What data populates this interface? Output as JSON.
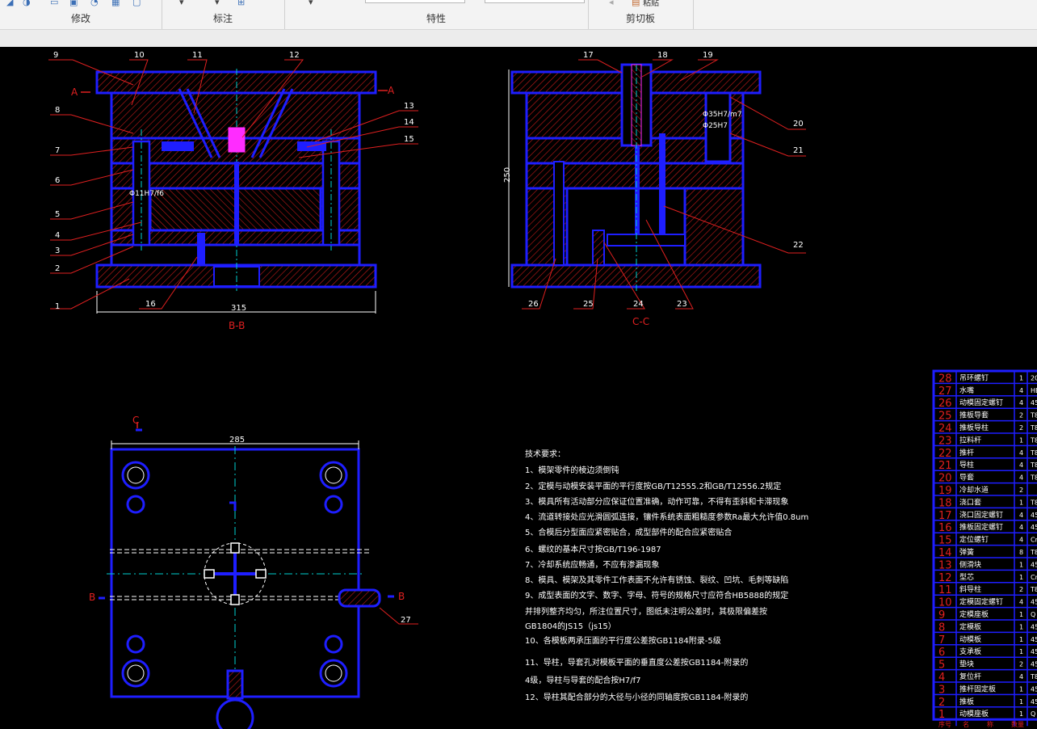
{
  "ribbon": {
    "groups": [
      {
        "label": "修改"
      },
      {
        "label": "标注"
      },
      {
        "label": "特性"
      },
      {
        "label": "剪切板"
      }
    ],
    "clip_item": "粘贴"
  },
  "drawing": {
    "section_bb": {
      "title": "B-B",
      "width_dim": "315",
      "cut_left": "A",
      "cut_right": "A",
      "fit_note": "Φ11H7/f6",
      "callouts": [
        "1",
        "2",
        "3",
        "4",
        "5",
        "6",
        "7",
        "8",
        "9",
        "10",
        "11",
        "12",
        "13",
        "14",
        "15",
        "16"
      ]
    },
    "section_cc": {
      "title": "C-C",
      "height_dim": "250",
      "fit1": "Φ35H7/m7",
      "fit2": "Φ25H7",
      "callouts": [
        "17",
        "18",
        "19",
        "20",
        "21",
        "22",
        "23",
        "24",
        "25",
        "26"
      ]
    },
    "plan_view": {
      "width_dim": "285",
      "cut_c": "C",
      "cut_b_left": "B",
      "cut_b_right": "B",
      "callout_27": "27"
    },
    "tech_requirements": {
      "title": "技术要求：",
      "items": [
        "1、模架零件的棱边须倒钝",
        "2、定模与动模安装平面的平行度按GB/T12555.2和GB/T12556.2规定",
        "3、模具所有活动部分应保证位置准确，动作可靠，不得有歪斜和卡滞现象",
        "4、流道转接处应光滑圆弧连接，镶件系统表面粗糙度参数Ra最大允许值0.8um",
        "5、合模后分型面应紧密贴合，成型部件的配合应紧密贴合",
        "6、螺纹的基本尺寸按GB/T196-1987",
        "7、冷却系统应畅通，不应有渗漏现象",
        "8、模具、模架及其零件工作表面不允许有锈蚀、裂纹、凹坑、毛刺等缺陷",
        "9、成型表面的文字、数字、字母、符号的规格尺寸应符合HB5888的规定",
        "  并排列整齐均匀，所注位置尺寸，图纸未注明公差时，其极限偏差按",
        "  GB1804的JS15（js15）",
        "10、各模板两承压面的平行度公差按GB1184附录-5级",
        "11、导柱，导套孔对模板平面的垂直度公差按GB1184-附录的",
        "4级，导柱与导套的配合按H7/f7",
        "12、导柱其配合部分的大径与小径的同轴度按GB1184-附录的"
      ]
    },
    "bom": {
      "rows": [
        {
          "no": "28",
          "name": "吊环螺钉",
          "qty": "1",
          "mat": "20"
        },
        {
          "no": "27",
          "name": "水嘴",
          "qty": "4",
          "mat": "HB"
        },
        {
          "no": "26",
          "name": "动模固定螺钉",
          "qty": "4",
          "mat": "45"
        },
        {
          "no": "25",
          "name": "推板导套",
          "qty": "2",
          "mat": "T8"
        },
        {
          "no": "24",
          "name": "推板导柱",
          "qty": "2",
          "mat": "T8"
        },
        {
          "no": "23",
          "name": "拉料杆",
          "qty": "1",
          "mat": "T8"
        },
        {
          "no": "22",
          "name": "推杆",
          "qty": "4",
          "mat": "T8"
        },
        {
          "no": "21",
          "name": "导柱",
          "qty": "4",
          "mat": "T8"
        },
        {
          "no": "20",
          "name": "导套",
          "qty": "4",
          "mat": "T8"
        },
        {
          "no": "19",
          "name": "冷却水道",
          "qty": "2",
          "mat": ""
        },
        {
          "no": "18",
          "name": "浇口套",
          "qty": "1",
          "mat": "T8"
        },
        {
          "no": "17",
          "name": "浇口固定螺钉",
          "qty": "4",
          "mat": "45"
        },
        {
          "no": "16",
          "name": "推板固定螺钉",
          "qty": "4",
          "mat": "45"
        },
        {
          "no": "15",
          "name": "定位螺钉",
          "qty": "4",
          "mat": "Cr"
        },
        {
          "no": "14",
          "name": "弹簧",
          "qty": "8",
          "mat": "T8"
        },
        {
          "no": "13",
          "name": "侧滑块",
          "qty": "1",
          "mat": "45"
        },
        {
          "no": "12",
          "name": "型芯",
          "qty": "1",
          "mat": "Cr"
        },
        {
          "no": "11",
          "name": "斜导柱",
          "qty": "2",
          "mat": "T8"
        },
        {
          "no": "10",
          "name": "定模固定螺钉",
          "qty": "4",
          "mat": "45"
        },
        {
          "no": "9",
          "name": "定模座板",
          "qty": "1",
          "mat": "Q"
        },
        {
          "no": "8",
          "name": "定模板",
          "qty": "1",
          "mat": "45"
        },
        {
          "no": "7",
          "name": "动模板",
          "qty": "1",
          "mat": "45"
        },
        {
          "no": "6",
          "name": "支承板",
          "qty": "1",
          "mat": "45"
        },
        {
          "no": "5",
          "name": "垫块",
          "qty": "2",
          "mat": "45"
        },
        {
          "no": "4",
          "name": "复位杆",
          "qty": "4",
          "mat": "T8"
        },
        {
          "no": "3",
          "name": "推杆固定板",
          "qty": "1",
          "mat": "45"
        },
        {
          "no": "2",
          "name": "推板",
          "qty": "1",
          "mat": "45"
        },
        {
          "no": "1",
          "name": "动模座板",
          "qty": "1",
          "mat": "Q"
        }
      ],
      "footer": [
        "序号",
        "名",
        "称",
        "数量"
      ]
    }
  }
}
